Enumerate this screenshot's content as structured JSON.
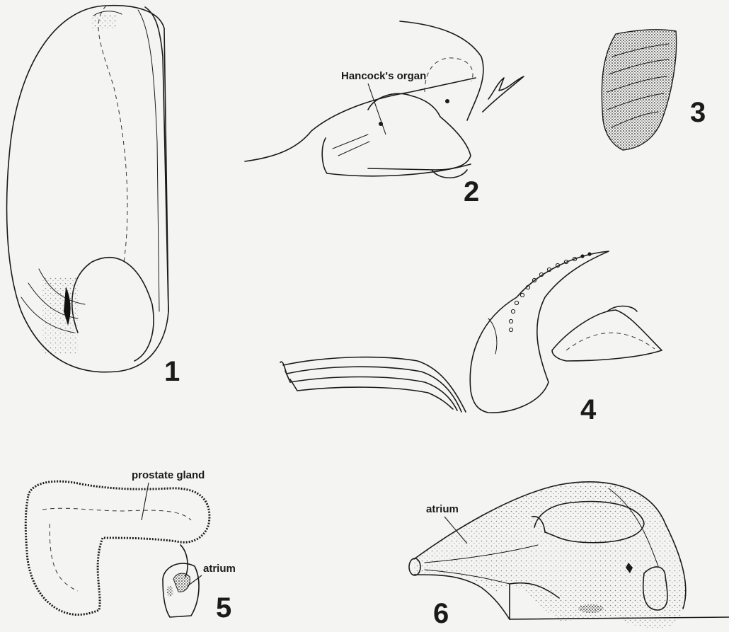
{
  "figures": [
    {
      "number": "1"
    },
    {
      "number": "2",
      "label": "Hancock's organ"
    },
    {
      "number": "3"
    },
    {
      "number": "4"
    },
    {
      "number": "5",
      "labels": [
        "prostate gland",
        "atrium"
      ]
    },
    {
      "number": "6",
      "label": "atrium"
    }
  ],
  "colors": {
    "ink": "#1a1a1a",
    "paper": "#f4f4f2"
  }
}
